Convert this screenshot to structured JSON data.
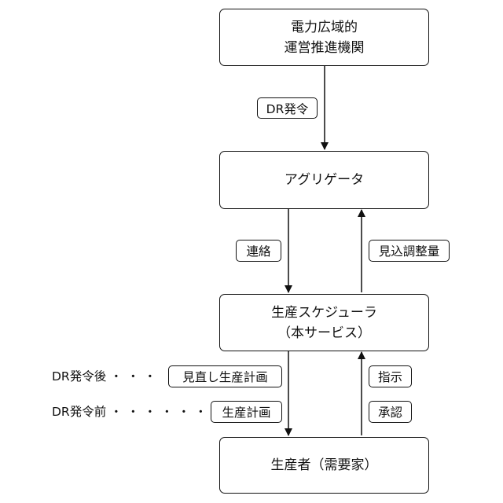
{
  "nodes": {
    "occto": {
      "line1": "電力広域的",
      "line2": "運営推進機関"
    },
    "aggregator": {
      "line1": "アグリゲータ"
    },
    "scheduler": {
      "line1": "生産スケジューラ",
      "line2": "（本サービス）"
    },
    "producer": {
      "line1": "生産者（需要家）"
    }
  },
  "edge_labels": {
    "dr_order": "DR発令",
    "contact": "連絡",
    "estimated_adjustment": "見込調整量",
    "revised_plan": "見直し生産計画",
    "production_plan": "生産計画",
    "instruction": "指示",
    "approval": "承認"
  },
  "notes": {
    "after_dr": {
      "text": "DR発令後",
      "dots": "・・・"
    },
    "before_dr": {
      "text": "DR発令前",
      "dots": "・・・・・・"
    }
  }
}
